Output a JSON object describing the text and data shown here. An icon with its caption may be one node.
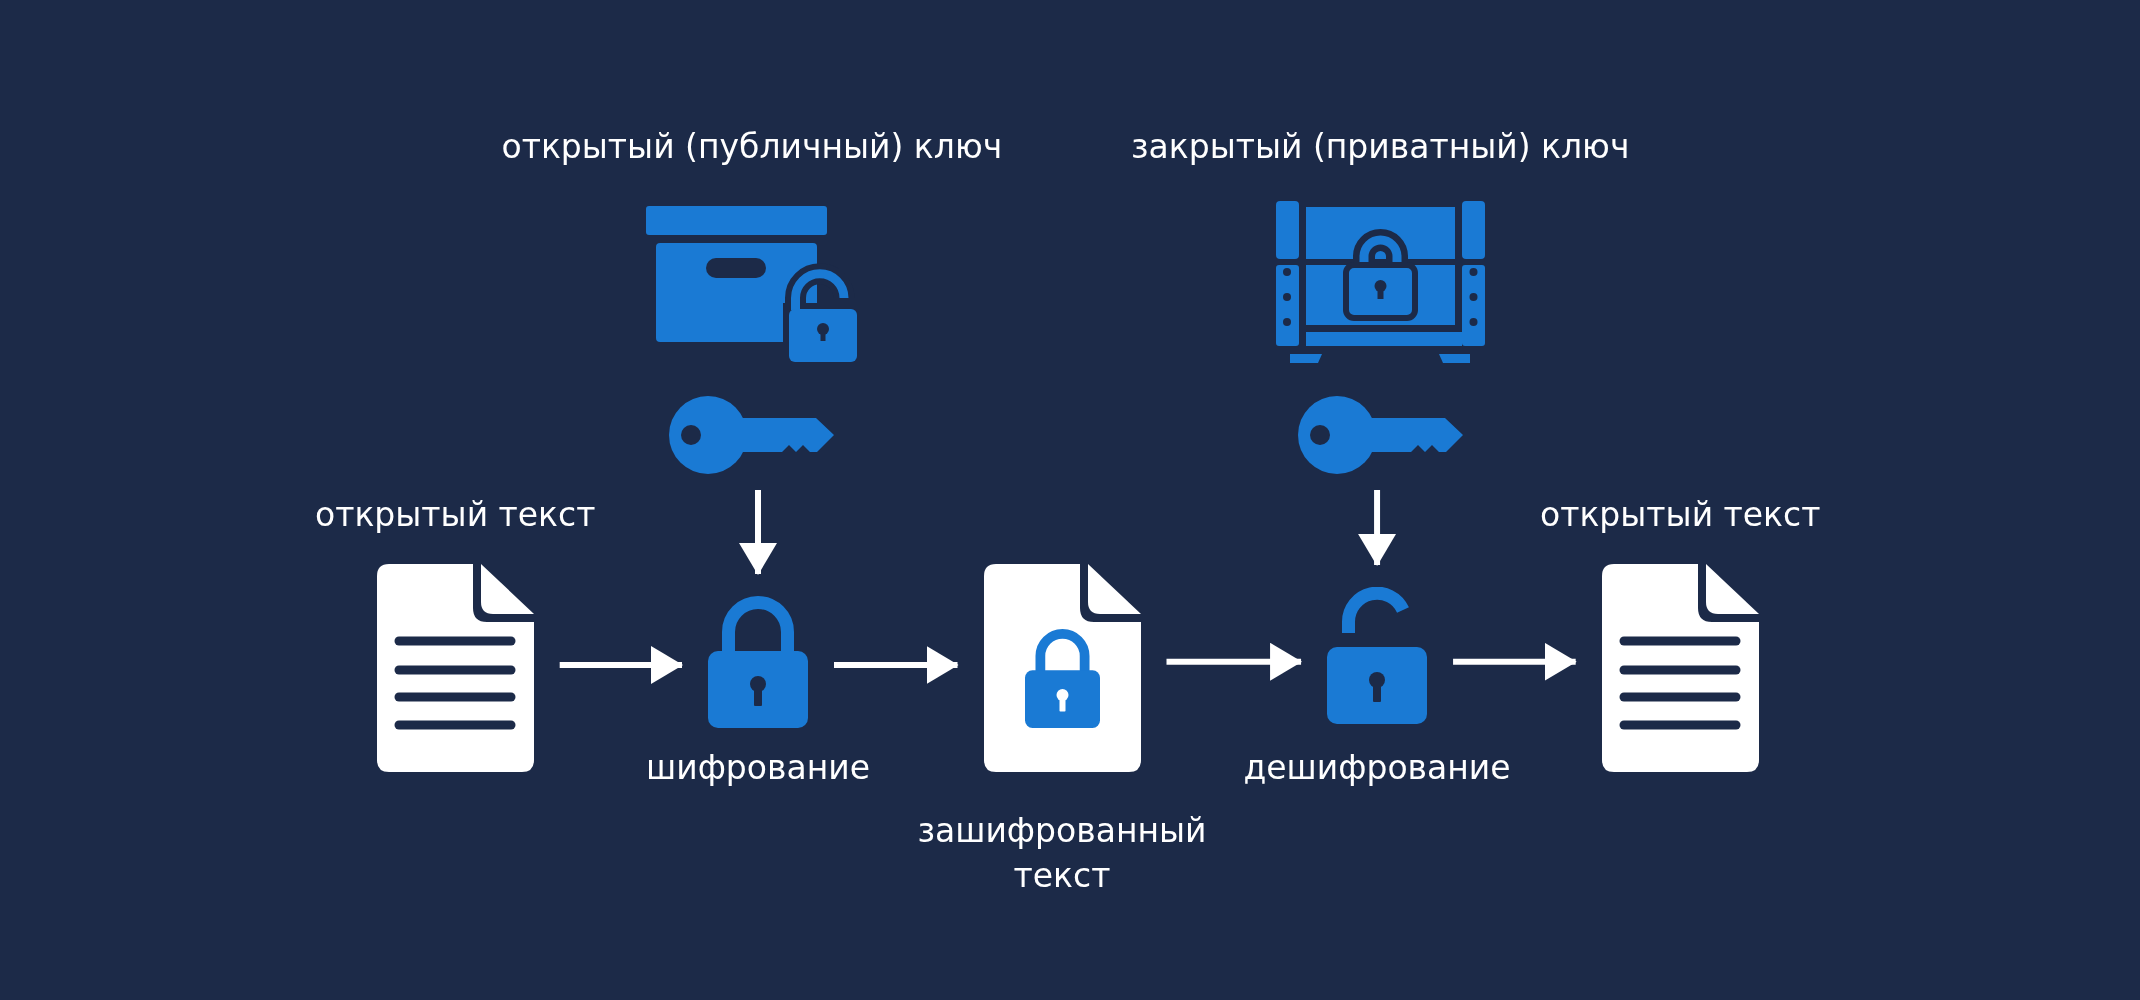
{
  "diagram": {
    "nodes": [
      {
        "text": [
          "открытый (публичный) ключ"
        ]
      },
      {
        "text": [
          "закрытый (приватный) ключ"
        ]
      },
      {
        "text": [
          "открытый текст"
        ]
      },
      {
        "text": [
          "шифрование"
        ]
      },
      {
        "text": [
          "зашифрованный текст"
        ]
      },
      {
        "text": [
          "дешифрование"
        ]
      },
      {
        "text": [
          "открытый текст"
        ]
      }
    ],
    "edges": [
      {
        "from": 0,
        "to": 3,
        "arrow": "to"
      },
      {
        "from": 1,
        "to": 5,
        "arrow": "to"
      },
      {
        "from": 2,
        "to": 3,
        "arrow": "to"
      },
      {
        "from": 3,
        "to": 4,
        "arrow": "to"
      },
      {
        "from": 4,
        "to": 5,
        "arrow": "to"
      },
      {
        "from": 5,
        "to": 6,
        "arrow": "to"
      }
    ]
  }
}
